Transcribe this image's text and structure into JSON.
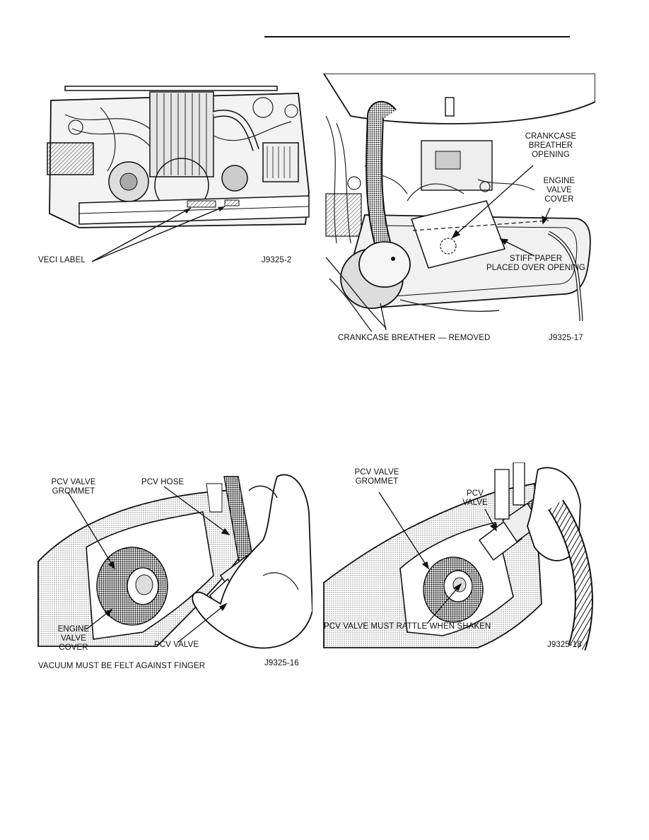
{
  "figures": [
    {
      "id": "veci-label",
      "labels": {
        "veci_label": "VECI LABEL"
      },
      "code": "J9325-2"
    },
    {
      "id": "crankcase-breather",
      "labels": {
        "opening": [
          "CRANKCASE",
          "BREATHER",
          "OPENING"
        ],
        "valve_cover": [
          "ENGINE",
          "VALVE",
          "COVER"
        ],
        "stiff_paper": [
          "STIFF PAPER",
          "PLACED OVER OPENING"
        ],
        "removed": "CRANKCASE BREATHER — REMOVED"
      },
      "code": "J9325-17"
    },
    {
      "id": "vacuum-test",
      "labels": {
        "grommet": [
          "PCV VALVE",
          "GROMMET"
        ],
        "hose": "PCV HOSE",
        "valve_cover": [
          "ENGINE",
          "VALVE",
          "COVER"
        ],
        "valve": "PCV VALVE",
        "caption": "VACUUM MUST BE FELT AGAINST FINGER"
      },
      "code": "J9325-16"
    },
    {
      "id": "rattle-test",
      "labels": {
        "grommet": [
          "PCV VALVE",
          "GROMMET"
        ],
        "valve": [
          "PCV",
          "VALVE"
        ],
        "caption": "PCV VALVE MUST RATTLE WHEN SHAKEN"
      },
      "code": "J9325-18"
    }
  ]
}
